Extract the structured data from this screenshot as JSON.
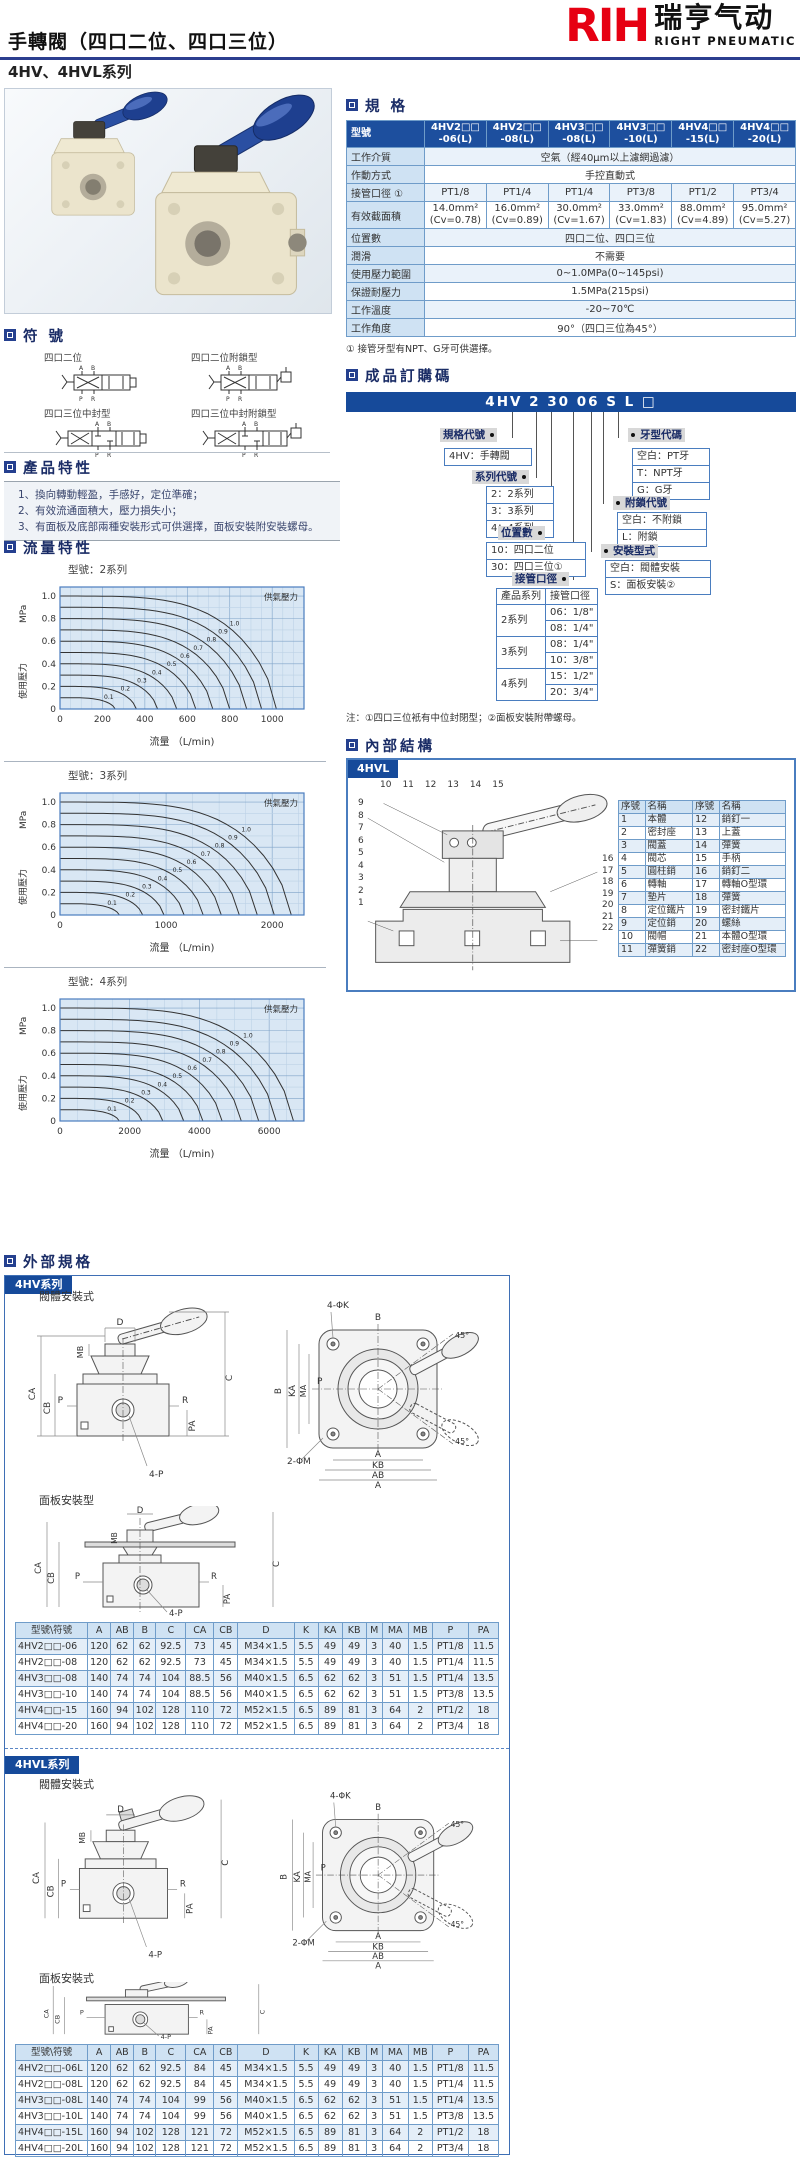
{
  "page": {
    "title": "手轉閥（四口二位、四口三位）",
    "subtitle": "4HV、4HVL系列",
    "logo": {
      "text": "RIH",
      "cn": "瑞亨气动",
      "en": "RIGHT PNEUMATIC"
    },
    "accent_color": "#164a9a",
    "brand_red": "#e60012"
  },
  "sections": {
    "symbols": {
      "title": "符 號",
      "port_a": "A",
      "port_b": "B",
      "port_p": "P",
      "port_r": "R",
      "items": [
        {
          "label": "四口二位"
        },
        {
          "label": "四口二位附鎖型"
        },
        {
          "label": "四口三位中封型"
        },
        {
          "label": "四口三位中封附鎖型"
        }
      ]
    },
    "features": {
      "title": "產品特性",
      "items": [
        "1、換向轉動輕盈，手感好，定位準確；",
        "2、有效流通面積大，壓力損失小；",
        "3、有面板及底部兩種安裝形式可供選擇，面板安裝附安裝螺母。"
      ]
    },
    "flow": {
      "title": "流量特性"
    },
    "specs": {
      "title": "規 格",
      "col_header": "型號",
      "models": [
        {
          "l1": "4HV2□□",
          "l2": "-06(L)"
        },
        {
          "l1": "4HV2□□",
          "l2": "-08(L)"
        },
        {
          "l1": "4HV3□□",
          "l2": "-08(L)"
        },
        {
          "l1": "4HV3□□",
          "l2": "-10(L)"
        },
        {
          "l1": "4HV4□□",
          "l2": "-15(L)"
        },
        {
          "l1": "4HV4□□",
          "l2": "-20(L)"
        }
      ],
      "rows": [
        {
          "label": "工作介質",
          "value": "空氣（經40μm以上濾網過濾）"
        },
        {
          "label": "作動方式",
          "value": "手控直動式"
        },
        {
          "label": "接管口徑 ①",
          "cells": [
            "PT1/8",
            "PT1/4",
            "PT1/4",
            "PT3/8",
            "PT1/2",
            "PT3/4"
          ]
        },
        {
          "label": "有效截面積",
          "cells": [
            {
              "l1": "14.0mm²",
              "l2": "(Cv=0.78)"
            },
            {
              "l1": "16.0mm²",
              "l2": "(Cv=0.89)"
            },
            {
              "l1": "30.0mm²",
              "l2": "(Cv=1.67)"
            },
            {
              "l1": "33.0mm²",
              "l2": "(Cv=1.83)"
            },
            {
              "l1": "88.0mm²",
              "l2": "(Cv=4.89)"
            },
            {
              "l1": "95.0mm²",
              "l2": "(Cv=5.27)"
            }
          ]
        },
        {
          "label": "位置數",
          "value": "四口二位、四口三位"
        },
        {
          "label": "潤滑",
          "value": "不需要"
        },
        {
          "label": "使用壓力範圍",
          "value": "0~1.0MPa(0~145psi)"
        },
        {
          "label": "保證耐壓力",
          "value": "1.5MPa(215psi)"
        },
        {
          "label": "工作溫度",
          "value": "-20~70℃"
        },
        {
          "label": "工作角度",
          "value": "90°（四口三位為45°）"
        }
      ],
      "footnote": "① 接管牙型有NPT、G牙可供選擇。"
    },
    "ordering": {
      "title": "成品訂購碼",
      "code": "4HV 2 30 06 S L □",
      "groups_left": [
        {
          "label": "規格代號",
          "options": [
            "4HV：手轉閥"
          ]
        },
        {
          "label": "系列代號",
          "options": [
            "2：2系列",
            "3：3系列",
            "4：4系列"
          ]
        },
        {
          "label": "位置數",
          "options": [
            "10：四口二位",
            "30：四口三位①"
          ]
        }
      ],
      "port_table": {
        "label": "接管口徑",
        "headers": [
          "產品系列",
          "接管口徑"
        ],
        "series": [
          {
            "name": "2系列",
            "options": [
              "06：1/8\"",
              "08：1/4\""
            ]
          },
          {
            "name": "3系列",
            "options": [
              "08：1/4\"",
              "10：3/8\""
            ]
          },
          {
            "name": "4系列",
            "options": [
              "15：1/2\"",
              "20：3/4\""
            ]
          }
        ]
      },
      "groups_right": [
        {
          "label": "牙型代碼",
          "options": [
            "空白：PT牙",
            "T：NPT牙",
            "G：G牙"
          ]
        },
        {
          "label": "附鎖代號",
          "options": [
            "空白：不附鎖",
            "L：附鎖"
          ]
        },
        {
          "label": "安裝型式",
          "options": [
            "空白：閥體安裝",
            "S：面板安裝②"
          ]
        }
      ],
      "note": "注：①四口三位衹有中位封閉型；②面板安裝附帶螺母。"
    },
    "internal": {
      "title": "內部結構",
      "tag": "4HVL",
      "parts_table": {
        "headers": [
          "序號",
          "名稱",
          "序號",
          "名稱"
        ],
        "rows": [
          [
            "1",
            "本體",
            "12",
            "銷釘一"
          ],
          [
            "2",
            "密封座",
            "13",
            "上蓋"
          ],
          [
            "3",
            "閥蓋",
            "14",
            "彈簧"
          ],
          [
            "4",
            "閥芯",
            "15",
            "手柄"
          ],
          [
            "5",
            "圓柱銷",
            "16",
            "銷釘二"
          ],
          [
            "6",
            "轉軸",
            "17",
            "轉軸O型環"
          ],
          [
            "7",
            "墊片",
            "18",
            "彈簧"
          ],
          [
            "8",
            "定位鐵片",
            "19",
            "密封鐵片"
          ],
          [
            "9",
            "定位銷",
            "20",
            "螺絲"
          ],
          [
            "10",
            "閥帽",
            "21",
            "本體O型環"
          ],
          [
            "11",
            "彈簧銷",
            "22",
            "密封座O型環"
          ]
        ]
      },
      "callouts_top": [
        "10",
        "11",
        "12",
        "13",
        "14",
        "15"
      ],
      "callouts_left": [
        "9",
        "8",
        "7",
        "6",
        "5",
        "4",
        "3",
        "2",
        "1"
      ],
      "callouts_right": [
        "16",
        "17",
        "18",
        "19",
        "20",
        "21",
        "22"
      ]
    },
    "external": {
      "title": "外部規格",
      "tab_hv": "4HV系列",
      "tab_hvl": "4HVL系列",
      "labels": {
        "hv_body": "閥體安裝式",
        "hv_panel": "面板安裝型",
        "hvl_body": "閥體安裝式",
        "hvl_panel": "面板安裝式"
      },
      "dims": {
        "a": "A",
        "ab": "AB",
        "b": "B",
        "c": "C",
        "ca": "CA",
        "cb": "CB",
        "d": "D",
        "ka": "KA",
        "kb": "KB",
        "ma": "MA",
        "mb": "MB",
        "p": "P",
        "pa": "PA",
        "r": "R",
        "four_p": "4-P",
        "four_phik": "4-ΦK",
        "two_phim": "2-ΦM",
        "deg45": "45°"
      },
      "hv_table": {
        "headers": [
          "型號\\符號",
          "A",
          "AB",
          "B",
          "C",
          "CA",
          "CB",
          "D",
          "K",
          "KA",
          "KB",
          "M",
          "MA",
          "MB",
          "P",
          "PA"
        ],
        "rows": [
          [
            "4HV2□□-06",
            "120",
            "62",
            "62",
            "92.5",
            "73",
            "45",
            "M34×1.5",
            "5.5",
            "49",
            "49",
            "3",
            "40",
            "1.5",
            "PT1/8",
            "11.5"
          ],
          [
            "4HV2□□-08",
            "120",
            "62",
            "62",
            "92.5",
            "73",
            "45",
            "M34×1.5",
            "5.5",
            "49",
            "49",
            "3",
            "40",
            "1.5",
            "PT1/4",
            "11.5"
          ],
          [
            "4HV3□□-08",
            "140",
            "74",
            "74",
            "104",
            "88.5",
            "56",
            "M40×1.5",
            "6.5",
            "62",
            "62",
            "3",
            "51",
            "1.5",
            "PT1/4",
            "13.5"
          ],
          [
            "4HV3□□-10",
            "140",
            "74",
            "74",
            "104",
            "88.5",
            "56",
            "M40×1.5",
            "6.5",
            "62",
            "62",
            "3",
            "51",
            "1.5",
            "PT3/8",
            "13.5"
          ],
          [
            "4HV4□□-15",
            "160",
            "94",
            "102",
            "128",
            "110",
            "72",
            "M52×1.5",
            "6.5",
            "89",
            "81",
            "3",
            "64",
            "2",
            "PT1/2",
            "18"
          ],
          [
            "4HV4□□-20",
            "160",
            "94",
            "102",
            "128",
            "110",
            "72",
            "M52×1.5",
            "6.5",
            "89",
            "81",
            "3",
            "64",
            "2",
            "PT3/4",
            "18"
          ]
        ]
      },
      "hvl_table": {
        "headers": [
          "型號\\符號",
          "A",
          "AB",
          "B",
          "C",
          "CA",
          "CB",
          "D",
          "K",
          "KA",
          "KB",
          "M",
          "MA",
          "MB",
          "P",
          "PA"
        ],
        "rows": [
          [
            "4HV2□□-06L",
            "120",
            "62",
            "62",
            "92.5",
            "84",
            "45",
            "M34×1.5",
            "5.5",
            "49",
            "49",
            "3",
            "40",
            "1.5",
            "PT1/8",
            "11.5"
          ],
          [
            "4HV2□□-08L",
            "120",
            "62",
            "62",
            "92.5",
            "84",
            "45",
            "M34×1.5",
            "5.5",
            "49",
            "49",
            "3",
            "40",
            "1.5",
            "PT1/4",
            "11.5"
          ],
          [
            "4HV3□□-08L",
            "140",
            "74",
            "74",
            "104",
            "99",
            "56",
            "M40×1.5",
            "6.5",
            "62",
            "62",
            "3",
            "51",
            "1.5",
            "PT1/4",
            "13.5"
          ],
          [
            "4HV3□□-10L",
            "140",
            "74",
            "74",
            "104",
            "99",
            "56",
            "M40×1.5",
            "6.5",
            "62",
            "62",
            "3",
            "51",
            "1.5",
            "PT3/8",
            "13.5"
          ],
          [
            "4HV4□□-15L",
            "160",
            "94",
            "102",
            "128",
            "121",
            "72",
            "M52×1.5",
            "6.5",
            "89",
            "81",
            "3",
            "64",
            "2",
            "PT1/2",
            "18"
          ],
          [
            "4HV4□□-20L",
            "160",
            "94",
            "102",
            "128",
            "121",
            "72",
            "M52×1.5",
            "6.5",
            "89",
            "81",
            "3",
            "64",
            "2",
            "PT3/4",
            "18"
          ]
        ]
      }
    }
  },
  "chart_data": [
    {
      "type": "line",
      "model_label": "型號：2系列",
      "xlabel": "流量 （L/min)",
      "ylabel": "使用壓力",
      "yunit": "MPa",
      "annotation": "供氣壓力",
      "xticks": [
        0,
        200,
        400,
        600,
        800,
        1000
      ],
      "yticks": [
        0,
        0.2,
        0.4,
        0.6,
        0.8,
        1.0
      ],
      "xlim": [
        0,
        1150
      ],
      "ylim": [
        0,
        1.08
      ],
      "grid": true,
      "supply_pressures": [
        0.1,
        0.2,
        0.3,
        0.4,
        0.5,
        0.6,
        0.7,
        0.8,
        0.9,
        1.0
      ],
      "max_flow_per_curve": [
        260,
        360,
        460,
        550,
        640,
        720,
        800,
        880,
        950,
        1020
      ]
    },
    {
      "type": "line",
      "model_label": "型號：3系列",
      "xlabel": "流量 （L/min)",
      "ylabel": "使用壓力",
      "yunit": "MPa",
      "annotation": "供氣壓力",
      "xticks": [
        0,
        1000,
        2000
      ],
      "yticks": [
        0,
        0.2,
        0.4,
        0.6,
        0.8,
        1.0
      ],
      "xlim": [
        0,
        2300
      ],
      "ylim": [
        0,
        1.08
      ],
      "grid": true,
      "supply_pressures": [
        0.1,
        0.2,
        0.3,
        0.4,
        0.5,
        0.6,
        0.7,
        0.8,
        0.9,
        1.0
      ],
      "max_flow_per_curve": [
        560,
        780,
        980,
        1170,
        1350,
        1520,
        1690,
        1860,
        2020,
        2180
      ]
    },
    {
      "type": "line",
      "model_label": "型號：4系列",
      "xlabel": "流量 （L/min)",
      "ylabel": "使用壓力",
      "yunit": "MPa",
      "annotation": "供氣壓力",
      "xticks": [
        0,
        2000,
        4000,
        6000
      ],
      "yticks": [
        0,
        0.2,
        0.4,
        0.6,
        0.8,
        1.0
      ],
      "xlim": [
        0,
        7000
      ],
      "ylim": [
        0,
        1.08
      ],
      "grid": true,
      "supply_pressures": [
        0.1,
        0.2,
        0.3,
        0.4,
        0.5,
        0.6,
        0.7,
        0.8,
        0.9,
        1.0
      ],
      "max_flow_per_curve": [
        1700,
        2350,
        2950,
        3550,
        4100,
        4650,
        5200,
        5700,
        6200,
        6700
      ]
    }
  ]
}
